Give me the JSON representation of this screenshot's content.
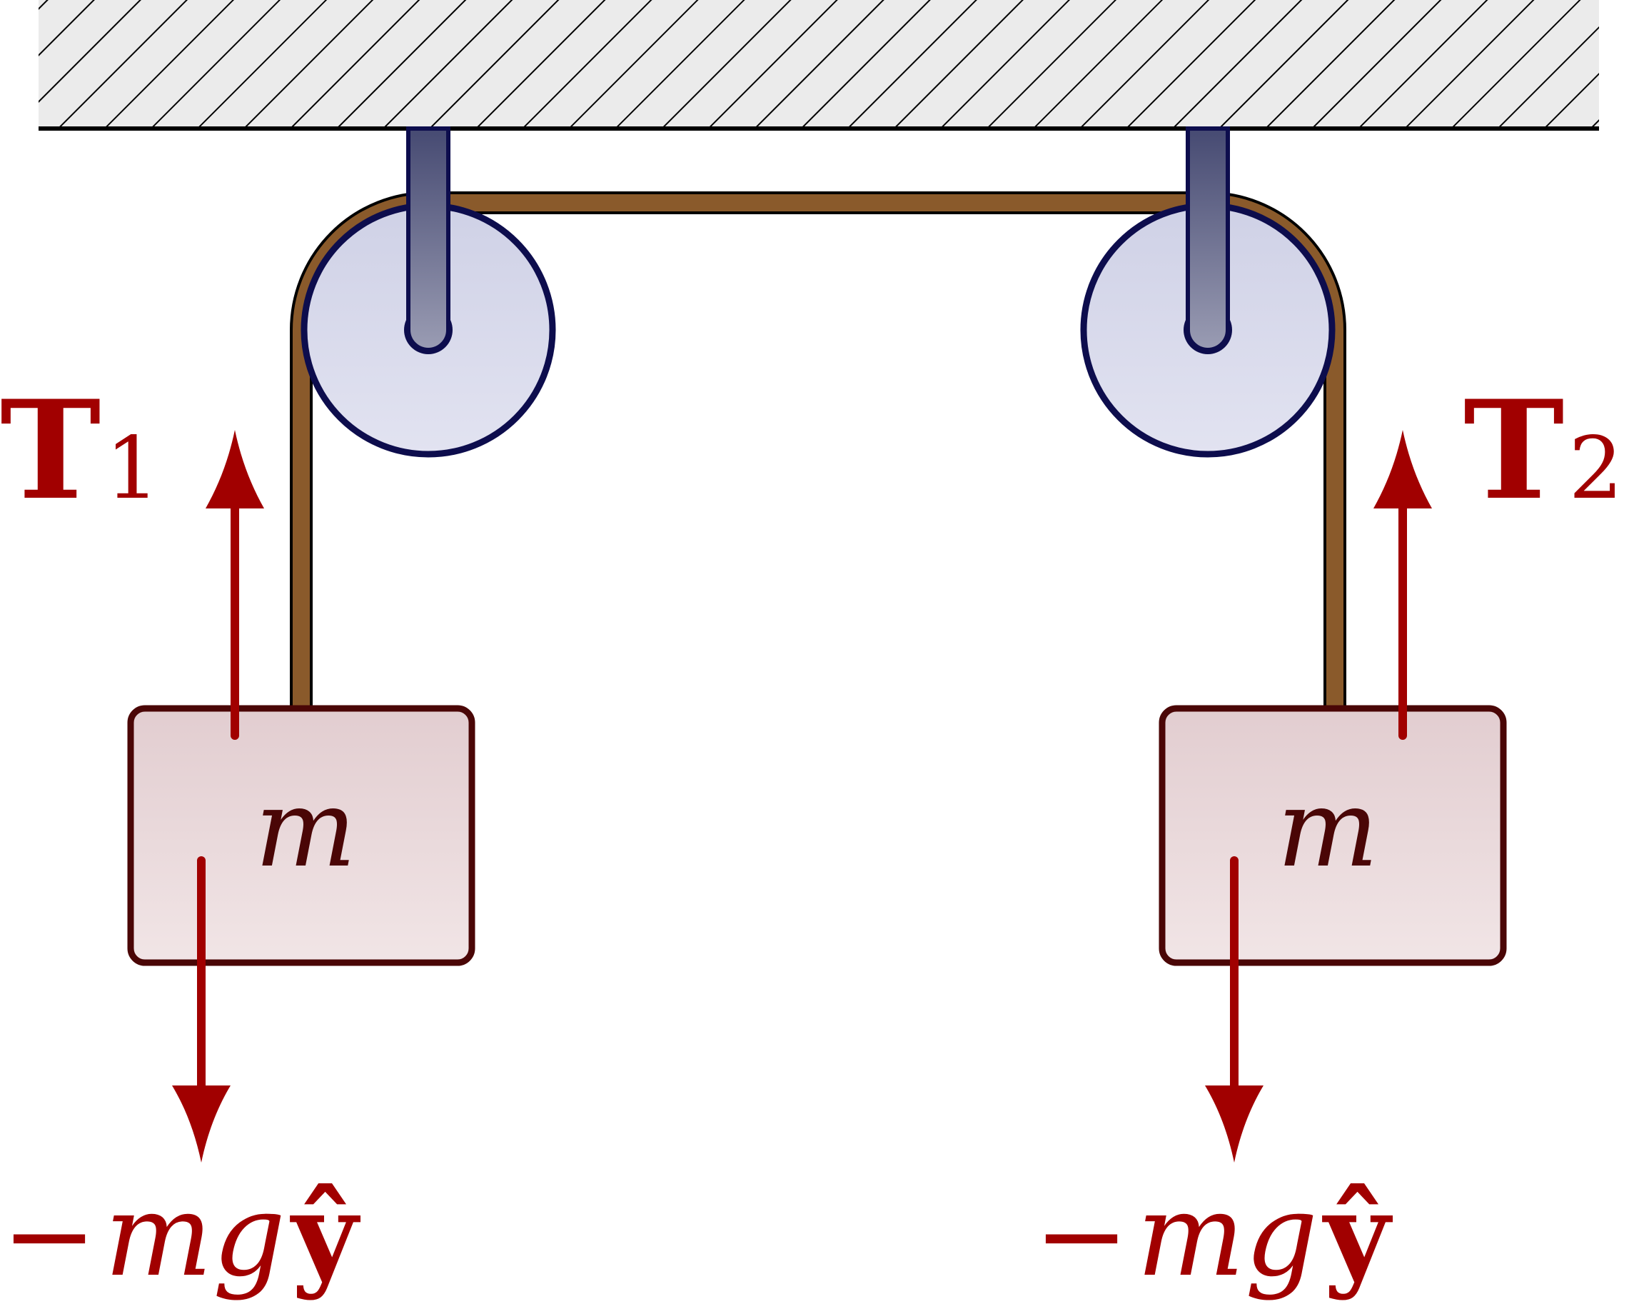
{
  "labels": {
    "block_left_mass": "m",
    "block_right_mass": "m",
    "tension_left_symbol": "T",
    "tension_left_subscript": "1",
    "tension_right_symbol": "T",
    "tension_right_subscript": "2",
    "weight_left_sign": "−",
    "weight_left_italic": "mg",
    "weight_left_vector": "ŷ",
    "weight_right_sign": "−",
    "weight_right_italic": "mg",
    "weight_right_vector": "ŷ"
  },
  "colors": {
    "force": "#a10000",
    "rope": "#8a5a2b",
    "pulley_fill": "#d4d6ea",
    "pulley_stroke": "#0d0d4d",
    "bracket": "#5b5e80",
    "block_fill": "#ead6d8",
    "block_stroke": "#4a0606",
    "ceiling_fill": "#ebebeb"
  }
}
